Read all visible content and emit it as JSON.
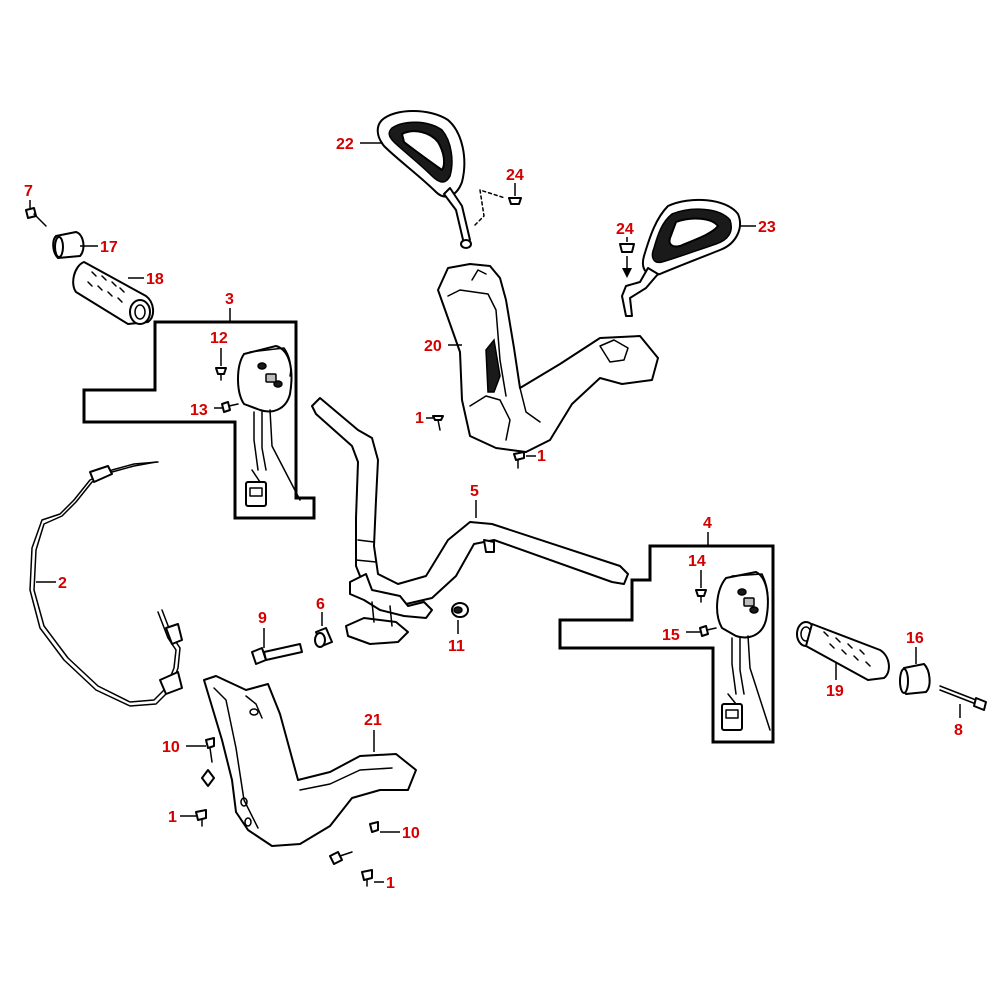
{
  "callouts": {
    "c1": "1",
    "c2": "2",
    "c3": "3",
    "c4": "4",
    "c5": "5",
    "c6": "6",
    "c7": "7",
    "c8": "8",
    "c9": "9",
    "c10": "10",
    "c11": "11",
    "c12": "12",
    "c13": "13",
    "c14": "14",
    "c15": "15",
    "c16": "16",
    "c17": "17",
    "c18": "18",
    "c19": "19",
    "c20": "20",
    "c21": "21",
    "c22": "22",
    "c23": "23",
    "c24": "24"
  },
  "colors": {
    "callout": "#d40000",
    "line": "#000000",
    "background": "#ffffff"
  }
}
